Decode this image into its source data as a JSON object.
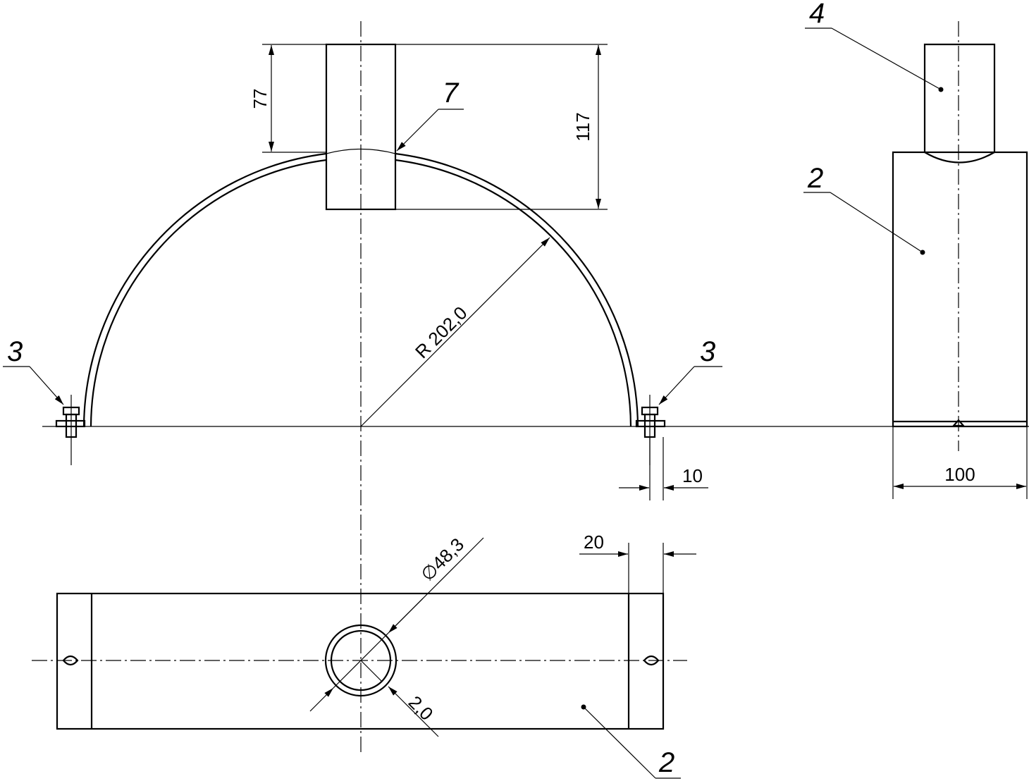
{
  "dimensions": {
    "d77": "77",
    "d117": "117",
    "radius": "R 202,0",
    "d10": "10",
    "d100": "100",
    "d20": "20",
    "diameter": "∅48,3",
    "thickness": "2,0"
  },
  "callouts": {
    "c4": "4",
    "c7": "7",
    "c2_side": "2",
    "c3_left": "3",
    "c3_right": "3",
    "c2_bottom": "2"
  }
}
